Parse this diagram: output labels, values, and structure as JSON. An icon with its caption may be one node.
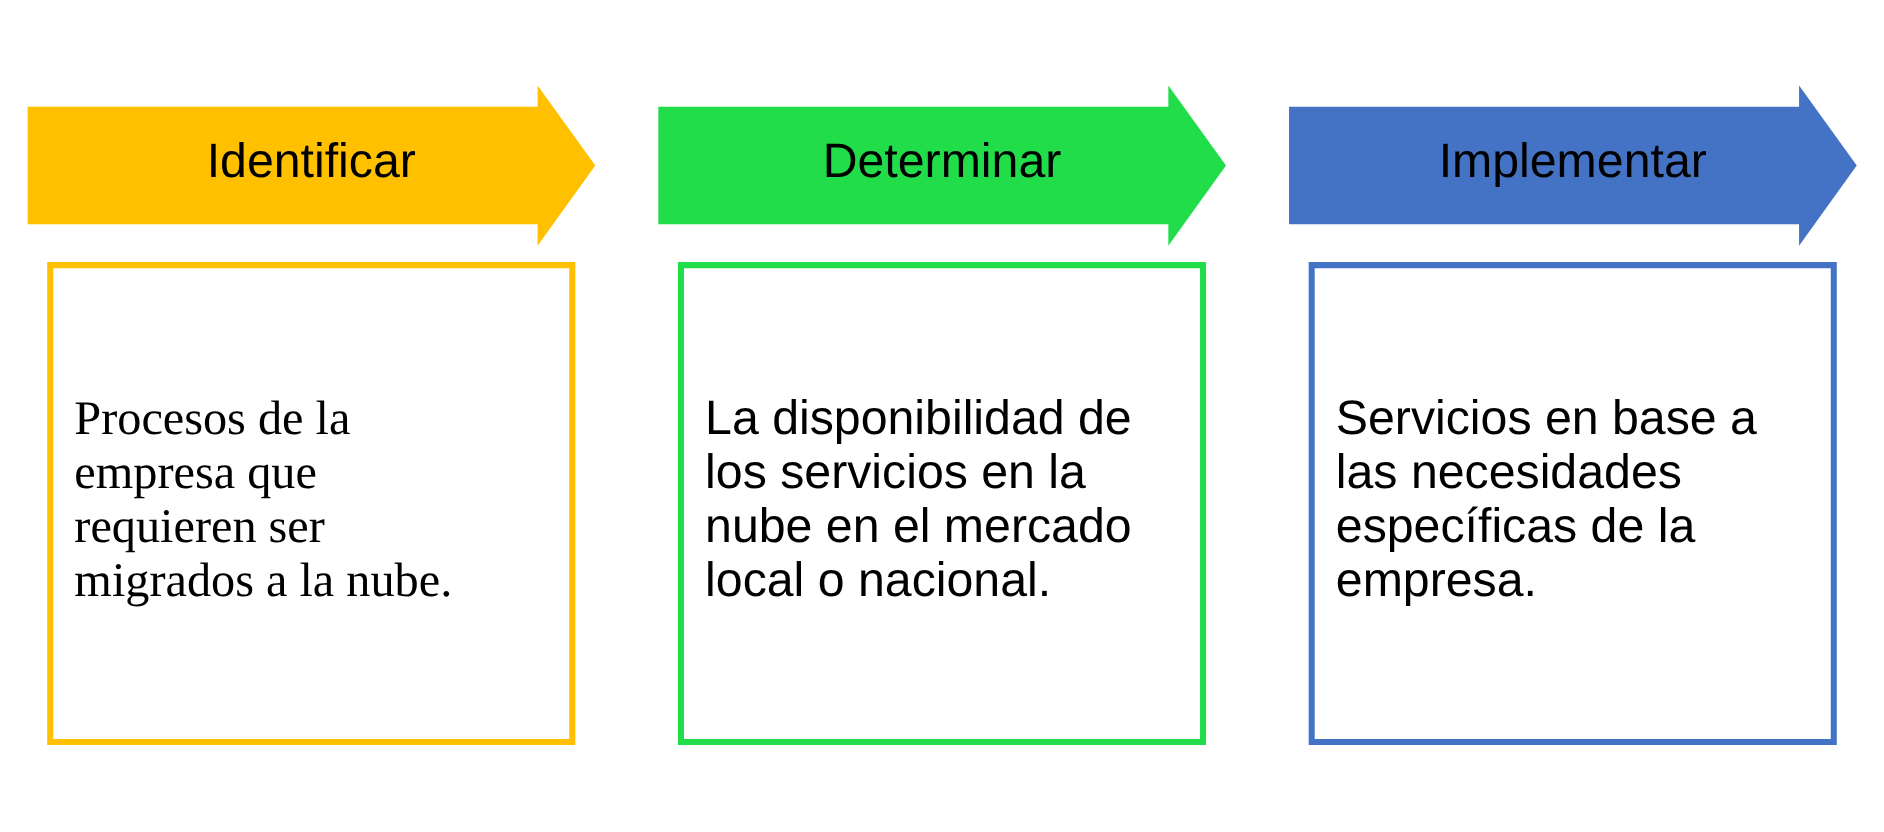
{
  "diagram": {
    "nodes": [
      {
        "text": [
          "Identificar"
        ]
      },
      {
        "text": [
          "Procesos de la empresa que requieren ser migrados a la nube."
        ]
      },
      {
        "text": [
          "Determinar"
        ]
      },
      {
        "text": [
          "La disponibilidad de los servicios en la nube en el mercado local o nacional."
        ]
      },
      {
        "text": [
          "Implementar"
        ]
      },
      {
        "text": [
          "Servicios en base a las necesidades específicas de la empresa."
        ]
      }
    ]
  }
}
